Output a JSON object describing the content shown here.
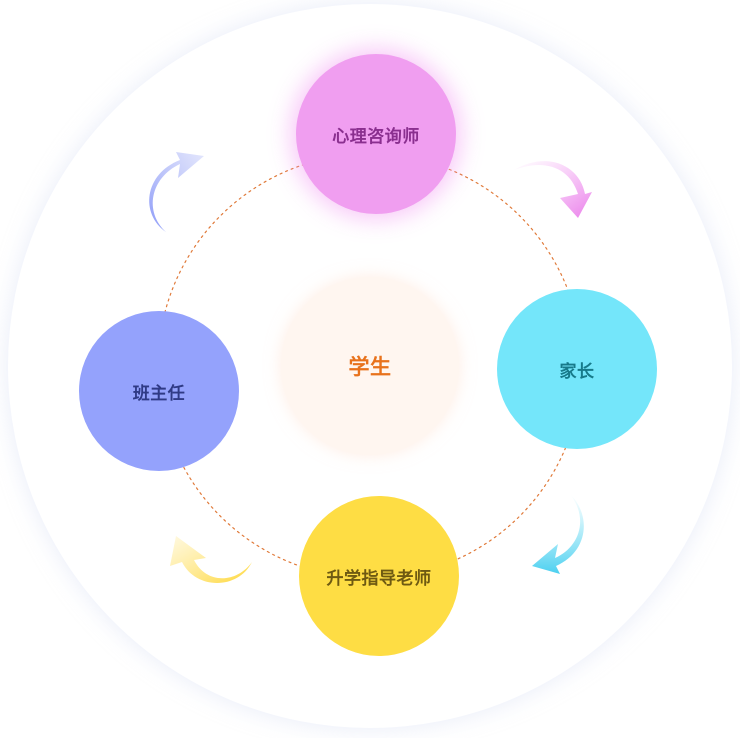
{
  "center": {
    "label": "学生"
  },
  "roles": {
    "counselor": "心理咨询师",
    "parent": "家长",
    "advisor": "升学指导老师",
    "teacher": "班主任"
  },
  "colors": {
    "counselor": "#f09ef0",
    "parent": "#74e6fa",
    "advisor": "#fedd44",
    "teacher": "#94a2fc",
    "student": "#fff6f0",
    "student_text": "#e8721c",
    "connector": "#e07a3a"
  }
}
